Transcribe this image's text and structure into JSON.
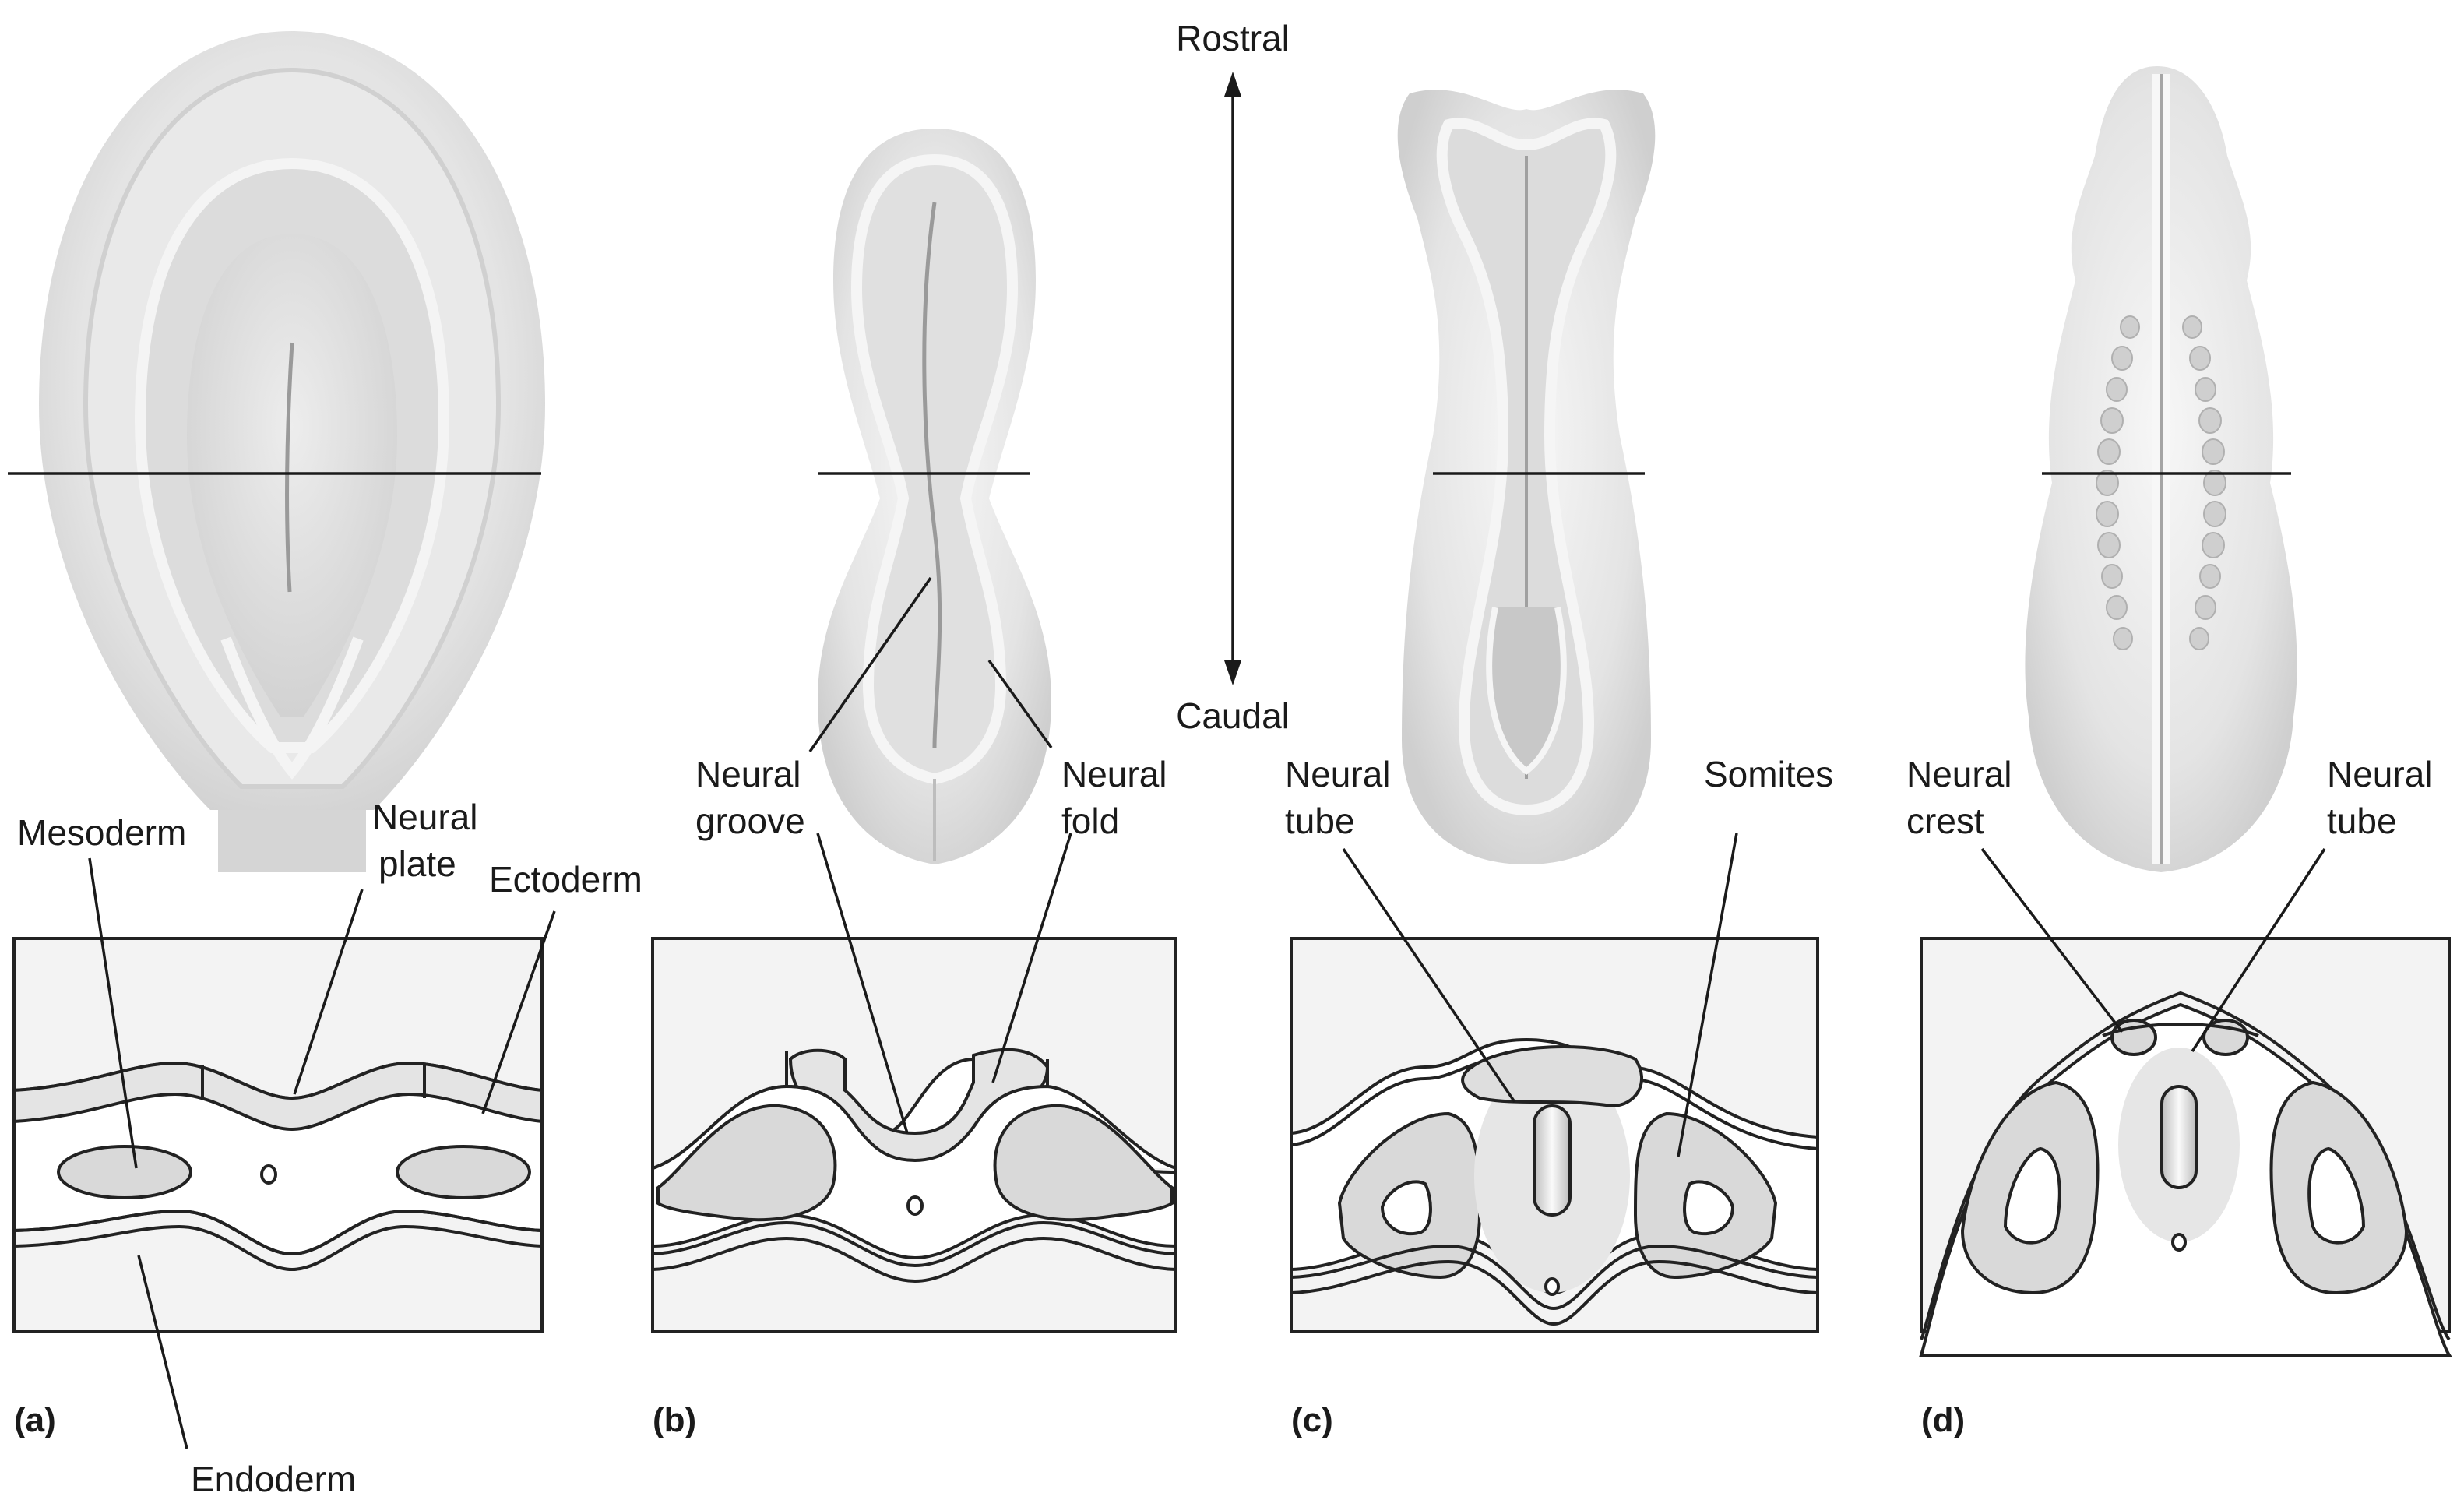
{
  "axis": {
    "top": "Rostral",
    "bottom": "Caudal"
  },
  "panels": {
    "a": {
      "tag": "(a)",
      "labels": {
        "mesoderm": "Mesoderm",
        "neural_plate_1": "Neural",
        "neural_plate_2": "plate",
        "ectoderm": "Ectoderm",
        "endoderm": "Endoderm"
      }
    },
    "b": {
      "tag": "(b)",
      "labels": {
        "groove_1": "Neural",
        "groove_2": "groove",
        "fold_1": "Neural",
        "fold_2": "fold"
      }
    },
    "c": {
      "tag": "(c)",
      "labels": {
        "tube_1": "Neural",
        "tube_2": "tube",
        "somites": "Somites"
      }
    },
    "d": {
      "tag": "(d)",
      "labels": {
        "crest_1": "Neural",
        "crest_2": "crest",
        "tube_1": "Neural",
        "tube_2": "tube"
      }
    }
  },
  "colors": {
    "line": "#222222",
    "tissue": "#d9d9d9",
    "panel_bg": "#f3f3f3",
    "embryo": "#e6e6e6"
  }
}
